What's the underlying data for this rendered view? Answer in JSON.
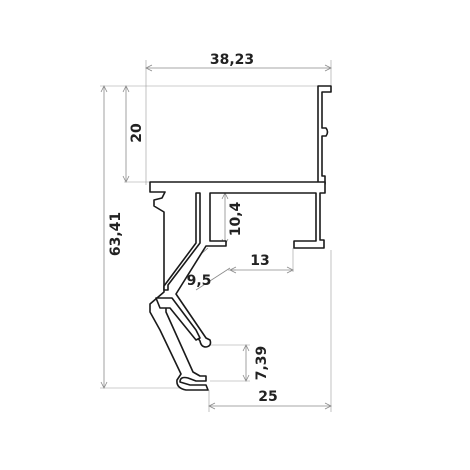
{
  "dimensions": {
    "top_width": "38,23",
    "overall_height": "63,41",
    "upper_block_height": "20",
    "inner_rib_height": "10,4",
    "inner_width": "13",
    "angled_slot": "9,5",
    "lip_height": "7,39",
    "bottom_offset": "25"
  },
  "colors": {
    "profile_fill": "#ffffff",
    "profile_stroke": "#1a1a1a",
    "dimension_line": "#8a8a8a",
    "text": "#222222"
  }
}
